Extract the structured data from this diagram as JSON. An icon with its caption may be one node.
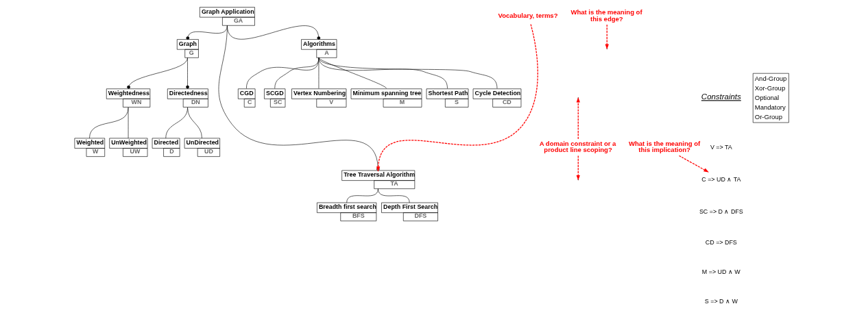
{
  "diagram": {
    "nodes": [
      {
        "text": [
          "Graph Application",
          "GA"
        ]
      },
      {
        "text": [
          "Graph",
          "G"
        ]
      },
      {
        "text": [
          "Tree Traversal Algorithm",
          "TA"
        ]
      },
      {
        "text": [
          "Algorithms",
          "A"
        ]
      },
      {
        "text": [
          "Weightedness",
          "WN"
        ]
      },
      {
        "text": [
          "Directedness",
          "DN"
        ]
      },
      {
        "text": [
          "Breadth first search",
          "BFS"
        ]
      },
      {
        "text": [
          "Depth First Search",
          "DFS"
        ]
      },
      {
        "text": [
          "CGD",
          "C"
        ]
      },
      {
        "text": [
          "SCGD",
          "SC"
        ]
      },
      {
        "text": [
          "Vertex Numbering",
          "V"
        ]
      },
      {
        "text": [
          "Minimum spanning tree",
          "M"
        ]
      },
      {
        "text": [
          "Shortest Path",
          "S"
        ]
      },
      {
        "text": [
          "Cycle Detection",
          "CD"
        ]
      },
      {
        "text": [
          "Weighted",
          "W"
        ]
      },
      {
        "text": [
          "UnWeighted",
          "UW"
        ]
      },
      {
        "text": [
          "Directed",
          "D"
        ]
      },
      {
        "text": [
          "UnDirected",
          "UD"
        ]
      },
      {
        "text": [
          "What is the meaning of this edge?"
        ]
      },
      {
        "text": [
          "Vocabulary, terms?"
        ]
      },
      {
        "text": [
          "A domain constraint or a product line scoping?"
        ]
      },
      {
        "text": [
          "What is the meaning of this implication?"
        ]
      },
      {
        "text": [
          "C => UD ∧ TA"
        ]
      }
    ],
    "edges": [
      {
        "from": 0,
        "to": 1,
        "arrow": "other"
      },
      {
        "from": 0,
        "to": 2,
        "arrow": "other"
      },
      {
        "from": 0,
        "to": 3,
        "arrow": "other"
      },
      {
        "from": 1,
        "to": 4,
        "arrow": "other"
      },
      {
        "from": 1,
        "to": 5,
        "arrow": "other"
      },
      {
        "from": 2,
        "to": 6,
        "arrow": "none"
      },
      {
        "from": 2,
        "to": 7,
        "arrow": "none"
      },
      {
        "from": 3,
        "to": 8,
        "arrow": "none"
      },
      {
        "from": 3,
        "to": 9,
        "arrow": "none"
      },
      {
        "from": 3,
        "to": 10,
        "arrow": "none"
      },
      {
        "from": 3,
        "to": 11,
        "arrow": "none"
      },
      {
        "from": 3,
        "to": 12,
        "arrow": "none"
      },
      {
        "from": 3,
        "to": 13,
        "arrow": "none"
      },
      {
        "from": 4,
        "to": 14,
        "arrow": "none"
      },
      {
        "from": 4,
        "to": 15,
        "arrow": "none"
      },
      {
        "from": 5,
        "to": 16,
        "arrow": "none"
      },
      {
        "from": 5,
        "to": 17,
        "arrow": "none"
      },
      {
        "from": 18,
        "to": null,
        "arrow": "to",
        "style": "dashed",
        "color": "#ff0000"
      },
      {
        "from": 19,
        "to": 2,
        "arrow": "to",
        "style": "dashed",
        "color": "#ff0000"
      },
      {
        "from": 20,
        "to": null,
        "arrow": "to",
        "style": "dashed",
        "color": "#ff0000"
      },
      {
        "from": 20,
        "to": null,
        "arrow": "to",
        "style": "dashed",
        "color": "#ff0000"
      },
      {
        "from": 21,
        "to": 22,
        "arrow": "to",
        "style": "dashed",
        "color": "#ff0000"
      }
    ],
    "labels": [
      "Constraints",
      "V => TA",
      "SC => D ∧ DFS",
      "CD => DFS",
      "M => UD ∧ W",
      "S => D ∧ W"
    ],
    "legend": [
      {
        "text": "And-Group"
      },
      {
        "text": "Xor-Group"
      },
      {
        "text": "Optional"
      },
      {
        "text": "Mandatory"
      },
      {
        "text": "Or-Group"
      }
    ]
  }
}
